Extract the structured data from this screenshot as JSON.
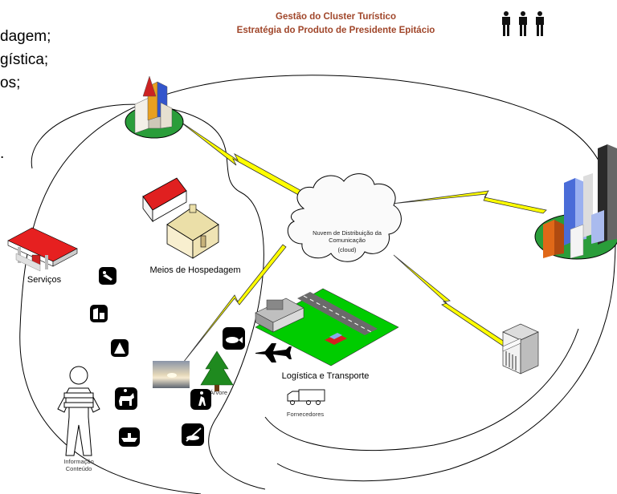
{
  "header": {
    "title_line1": "Gestão do Cluster Turístico",
    "title_line2": "Estratégia do Produto de Presidente Epitácio"
  },
  "left_text": [
    "dagem;",
    "gística;",
    "os;",
    "."
  ],
  "cloud": {
    "line1": "Nuvem de Distribuição da",
    "line2": "Comunicação",
    "line3": "(cloud)"
  },
  "labels": {
    "servicos": "Serviços",
    "hospedagem": "Meios de Hospedagem",
    "logistica": "Logística e Transporte",
    "fornecedores": "Fornecedores",
    "arvore": "Árvore",
    "informacao": "Informação",
    "conteudo": "Conteúdo"
  },
  "icons": {
    "logo": "three-people-icon",
    "city_left": "small-town-icon",
    "city_right": "skyscrapers-icon",
    "house": "house-icon",
    "gas": "gas-station-icon",
    "bank": "bank-building-icon",
    "airport": "airport-icon",
    "plane": "airplane-icon",
    "truck": "truck-icon",
    "tree": "tree-icon",
    "person": "person-books-icon",
    "photo": "sunset-photo"
  },
  "colors": {
    "title": "#a0462a",
    "lightning": "#ffff00",
    "grass": "#00cc00",
    "roof_red": "#e02020"
  }
}
